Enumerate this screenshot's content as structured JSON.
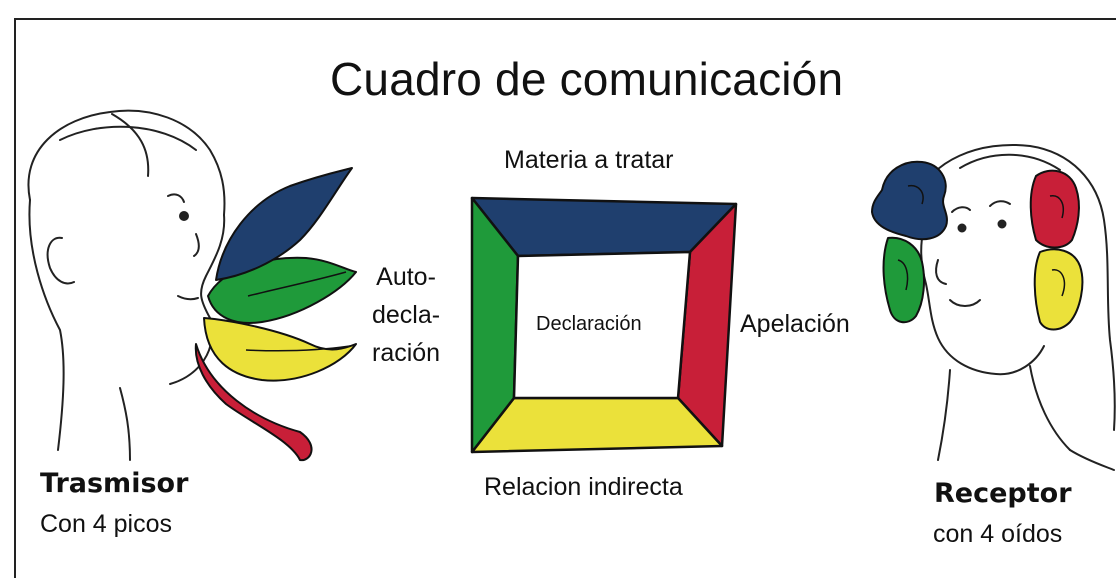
{
  "title": "Cuadro de comunicación",
  "square": {
    "top_label": "Materia a tratar",
    "bottom_label": "Relacion indirecta",
    "right_label": "Apelación",
    "left_label_lines": [
      "Auto-",
      "decla-",
      "ración"
    ],
    "center_label": "Declaración"
  },
  "sender": {
    "name": "Trasmisor",
    "desc": "Con 4 picos"
  },
  "receiver": {
    "name": "Receptor",
    "desc": "con 4 oídos"
  },
  "colors": {
    "blue": "#1f3f6e",
    "green": "#1f9a3a",
    "yellow": "#ebe13a",
    "red": "#c81f38",
    "outline": "#111111"
  }
}
